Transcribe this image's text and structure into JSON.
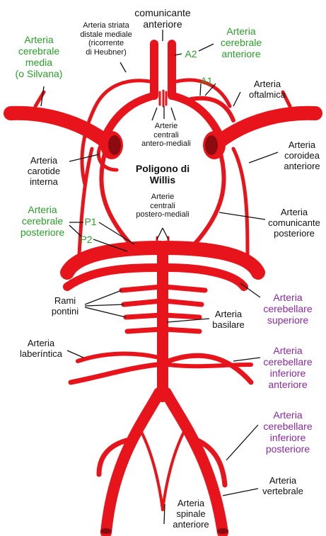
{
  "title": "Poligono di Willis",
  "labels": {
    "comunicante_anteriore": "comunicante\nanteriore",
    "striata": "Arteria striata\ndistale mediale\n(ricorrente\ndi Heubner)",
    "cerebrale_media": "Arteria\ncerebrale\nmedia\n(o Silvana)",
    "cerebrale_anteriore": "Arteria\ncerebrale\nanteriore",
    "a2": "A2",
    "a1": "A1",
    "oftalmica": "Arteria\noftalmica",
    "centrali_antero": "Arterie\ncentrali\nantero-mediali",
    "carotide": "Arteria\ncarotide\ninterna",
    "coroidea": "Arteria\ncoroidea\nanteriore",
    "centrali_postero": "Arterie\ncentrali\npostero-mediali",
    "cerebrale_posteriore": "Arteria\ncerebrale\nposteriore",
    "p1": "P1",
    "p2": "P2",
    "comunicante_posteriore": "Arteria\ncomunicante\nposteriore",
    "rami_pontini": "Rami\npontini",
    "basilare": "Arteria\nbasilare",
    "cerebellare_superiore": "Arteria\ncerebellare\nsuperiore",
    "laberintica": "Arteria\nlaberíntica",
    "cerebellare_inf_ant": "Arteria\ncerebellare\ninferiore\nanteriore",
    "cerebellare_inf_post": "Arteria\ncerebellare\ninferiore\nposteriore",
    "vertebrale": "Arteria\nvertebrale",
    "spinale": "Arteria\nspinale\nanteriore"
  },
  "colors": {
    "artery": "#e8141c",
    "artery_dark": "#8b0b10",
    "green_label": "#2a9d2a",
    "purple_label": "#8a2aa0"
  }
}
